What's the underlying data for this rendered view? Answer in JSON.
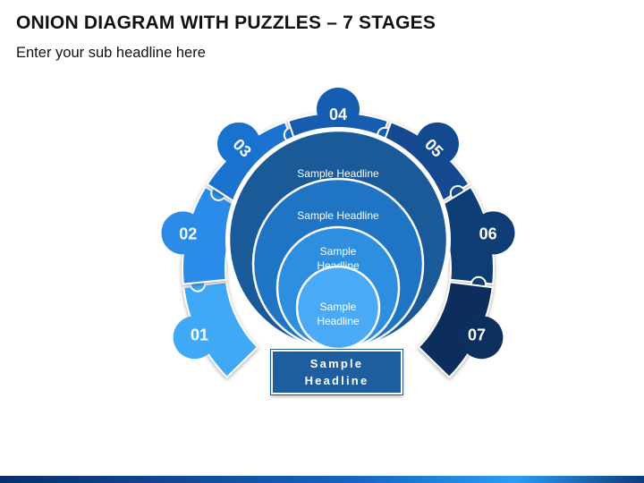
{
  "header": {
    "title": "ONION DIAGRAM WITH PUZZLES – 7 STAGES",
    "subtitle": "Enter your sub headline here"
  },
  "stages": [
    {
      "label": "01",
      "color": "#3fa9f5"
    },
    {
      "label": "02",
      "color": "#2b8ce8"
    },
    {
      "label": "03",
      "color": "#1a72cf"
    },
    {
      "label": "04",
      "color": "#155db0"
    },
    {
      "label": "05",
      "color": "#134a8f"
    },
    {
      "label": "06",
      "color": "#0f3d75"
    },
    {
      "label": "07",
      "color": "#0c2f5d"
    }
  ],
  "onion": {
    "layers": [
      {
        "label": "Sample Headline",
        "color": "#1b5a99"
      },
      {
        "label": "Sample Headline",
        "color": "#1f74c4"
      },
      {
        "label": "Sample\nHeadline",
        "color": "#2e8fe0"
      },
      {
        "label": "Sample\nHeadline",
        "color": "#4aaaf5"
      }
    ],
    "base_label": "Sample\nHeadline",
    "base_color": "#1f5e9e"
  },
  "colors": {
    "background": "#ffffff",
    "text_dark": "#111111",
    "label_white": "#ffffff"
  }
}
